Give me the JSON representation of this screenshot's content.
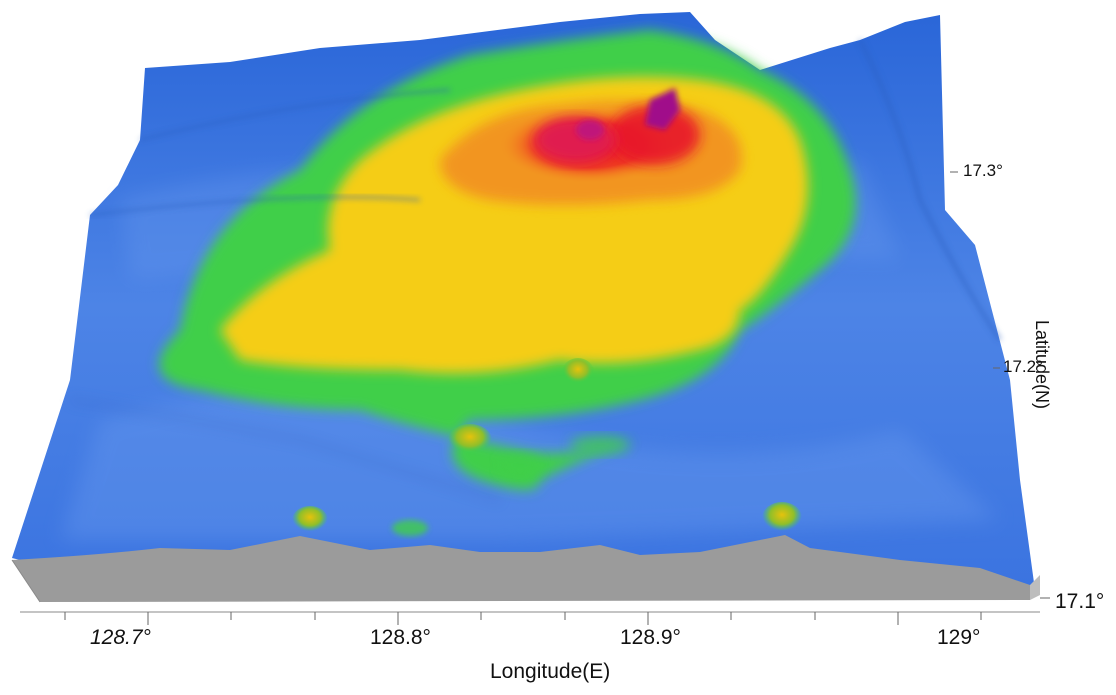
{
  "axes": {
    "longitude_title": "Longitude(E)",
    "latitude_title": "Latitude(N)",
    "longitude_ticks": [
      "128.7°",
      "128.8°",
      "128.9°",
      "129°"
    ],
    "latitude_ticks": [
      "17.3°",
      "17.2°",
      "17.1°"
    ]
  },
  "colors": {
    "deep": "#1e5fd6",
    "shallow": "#4f86e8",
    "green": "#3fcf4a",
    "yellow": "#f7cf10",
    "orange": "#f29020",
    "red": "#e8162a",
    "peak": "#a0108a",
    "base": "#9a9a9a"
  }
}
